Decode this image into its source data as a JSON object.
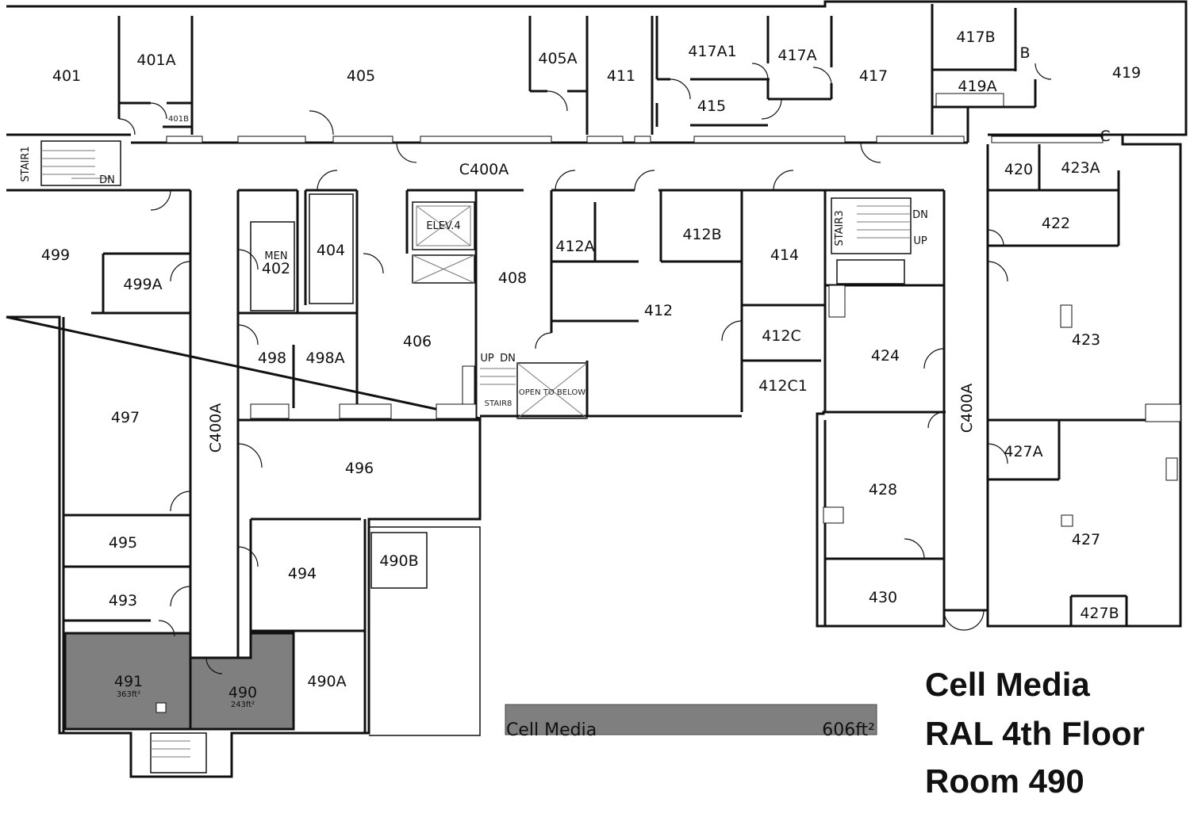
{
  "title": {
    "line1": "Cell Media",
    "line2": "RAL 4th Floor",
    "line3": "Room 490"
  },
  "legend": {
    "name": "Cell Media",
    "area": "606ft²",
    "color": "#7f7f7f"
  },
  "rooms": {
    "r401": "401",
    "r401A": "401A",
    "r401B": "401B",
    "r405": "405",
    "r405A": "405A",
    "r411": "411",
    "r417A1": "417A1",
    "r417A": "417A",
    "r415": "415",
    "r417": "417",
    "r417B": "417B",
    "rB": "B",
    "r419": "419",
    "r419A": "419A",
    "rC": "C",
    "stair1": "STAIR1",
    "c400a_top": "C400A",
    "r420": "420",
    "r423A": "423A",
    "r499": "499",
    "r499A": "499A",
    "men": "MEN",
    "r402": "402",
    "r404": "404",
    "elev4": "ELEV.4",
    "r408": "408",
    "r412A": "412A",
    "r412B": "412B",
    "r414": "414",
    "stair3": "STAIR3",
    "r422": "422",
    "r412": "412",
    "r412C": "412C",
    "r412C1": "412C1",
    "r424": "424",
    "r423": "423",
    "r498": "498",
    "r498A": "498A",
    "r406": "406",
    "r497": "497",
    "c400a_left": "C400A",
    "c400a_right": "C400A",
    "stair8": "STAIR8",
    "open_below": "OPEN  TO  BELOW",
    "r496": "496",
    "r427A": "427A",
    "r428": "428",
    "r427": "427",
    "r495": "495",
    "r494": "494",
    "r490B": "490B",
    "r493": "493",
    "r430": "430",
    "r427B": "427B",
    "r491": "491",
    "r491_area": "363ft²",
    "r490": "490",
    "r490_area": "243ft²",
    "r490A": "490A",
    "dn1": "DN",
    "dn3": "DN",
    "up3": "UP",
    "up8": "UP",
    "dn8": "DN"
  }
}
